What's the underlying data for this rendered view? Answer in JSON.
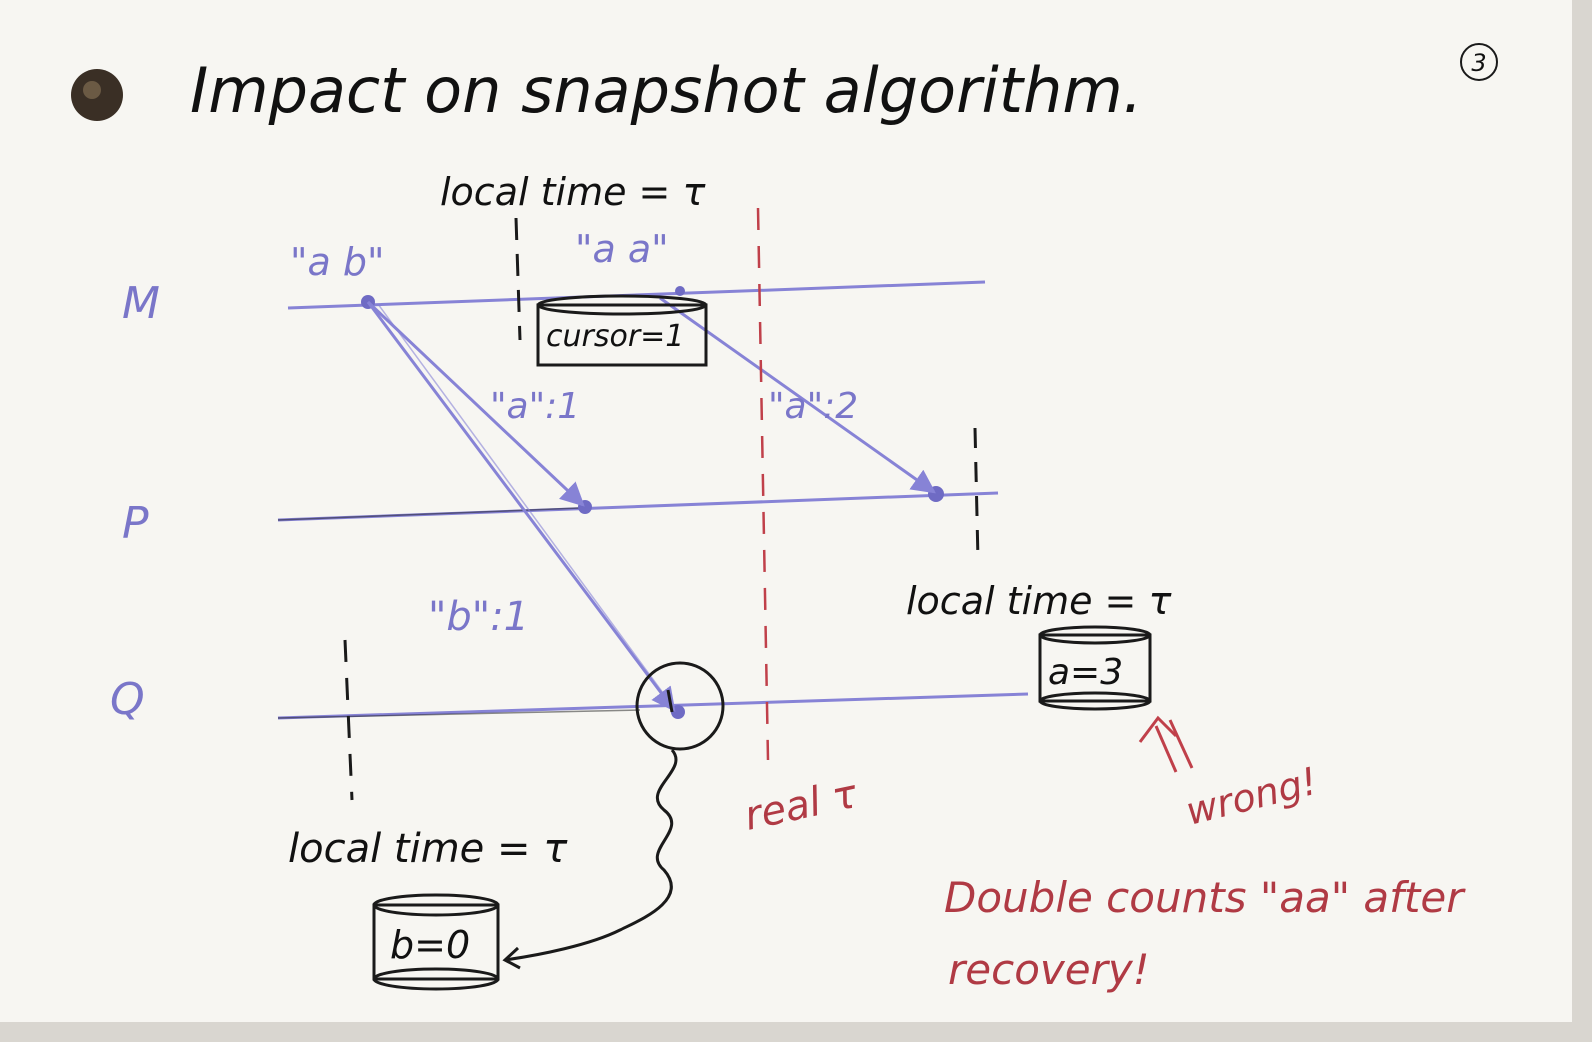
{
  "title": "Impact on snapshot algorithm.",
  "page_number": "3",
  "processes": {
    "m": "M",
    "p": "P",
    "q": "Q"
  },
  "inputs": {
    "ab": "\"a b\"",
    "aa": "\"a a\""
  },
  "messages": {
    "a1": "\"a\":1",
    "a2": "\"a\":2",
    "b1": "\"b\":1"
  },
  "local_time_labels": {
    "m": "local time = τ",
    "p": "local time = τ",
    "q": "local time = τ"
  },
  "real_time_label": "real τ",
  "snapshots": {
    "m": "cursor=1",
    "p": "a=3",
    "q": "b=0"
  },
  "annotations": {
    "wrong": "wrong!",
    "double_count_line1": "Double counts \"aa\" after",
    "double_count_line2": "recovery!"
  },
  "colors": {
    "paper": "#f7f6f2",
    "ink": "#111111",
    "blue_ink": "#8783d6",
    "red_ink": "#b03a44"
  }
}
